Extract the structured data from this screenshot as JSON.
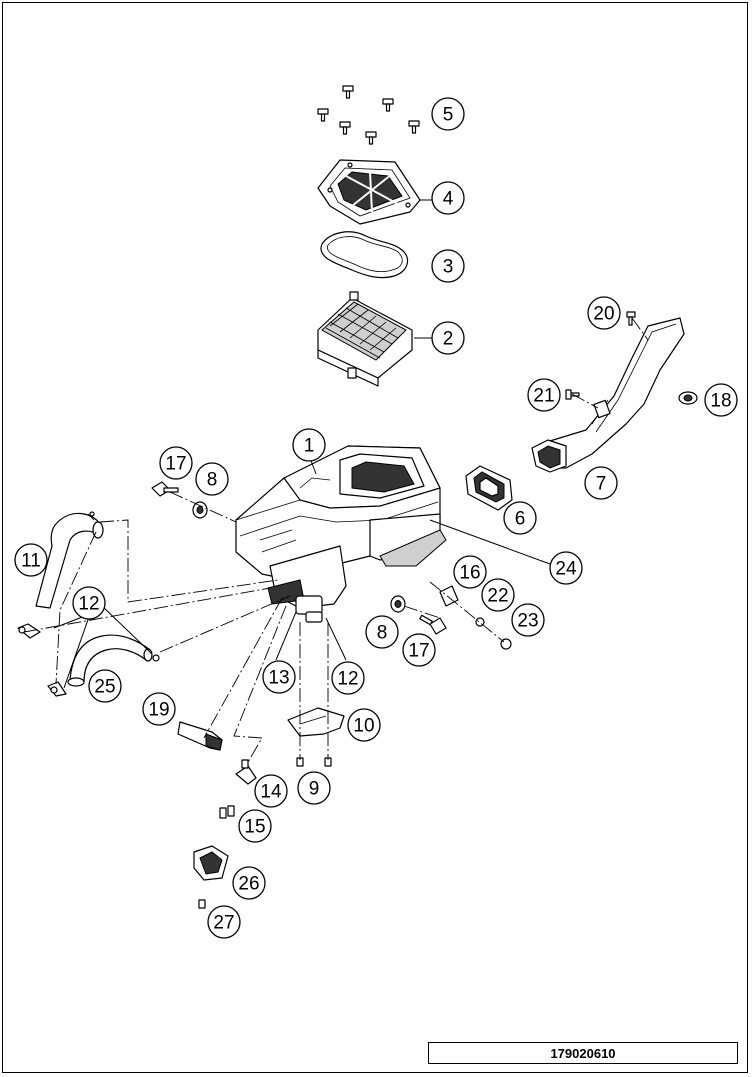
{
  "drawing": {
    "document_number": "179020610"
  },
  "callouts": [
    {
      "id": "c1",
      "label": "1"
    },
    {
      "id": "c2",
      "label": "2"
    },
    {
      "id": "c3",
      "label": "3"
    },
    {
      "id": "c4",
      "label": "4"
    },
    {
      "id": "c5",
      "label": "5"
    },
    {
      "id": "c6",
      "label": "6"
    },
    {
      "id": "c7",
      "label": "7"
    },
    {
      "id": "c8a",
      "label": "8"
    },
    {
      "id": "c8b",
      "label": "8"
    },
    {
      "id": "c9",
      "label": "9"
    },
    {
      "id": "c10",
      "label": "10"
    },
    {
      "id": "c11",
      "label": "11"
    },
    {
      "id": "c12a",
      "label": "12"
    },
    {
      "id": "c12b",
      "label": "12"
    },
    {
      "id": "c13",
      "label": "13"
    },
    {
      "id": "c14",
      "label": "14"
    },
    {
      "id": "c15",
      "label": "15"
    },
    {
      "id": "c16",
      "label": "16"
    },
    {
      "id": "c17a",
      "label": "17"
    },
    {
      "id": "c17b",
      "label": "17"
    },
    {
      "id": "c18",
      "label": "18"
    },
    {
      "id": "c19",
      "label": "19"
    },
    {
      "id": "c20",
      "label": "20"
    },
    {
      "id": "c21",
      "label": "21"
    },
    {
      "id": "c22",
      "label": "22"
    },
    {
      "id": "c23",
      "label": "23"
    },
    {
      "id": "c24",
      "label": "24"
    },
    {
      "id": "c25",
      "label": "25"
    },
    {
      "id": "c26",
      "label": "26"
    },
    {
      "id": "c27",
      "label": "27"
    }
  ]
}
